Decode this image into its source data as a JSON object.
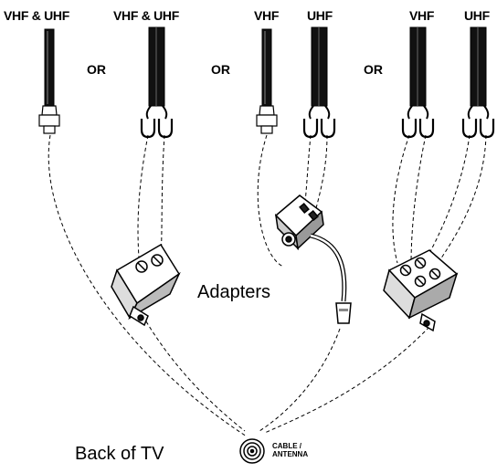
{
  "labels": {
    "top": [
      "VHF & UHF",
      "VHF & UHF",
      "VHF",
      "UHF",
      "VHF",
      "UHF"
    ],
    "or": [
      "OR",
      "OR",
      "OR"
    ],
    "adapters": "Adapters",
    "back_of_tv": "Back of TV",
    "cable_antenna_line1": "CABLE /",
    "cable_antenna_line2": "ANTENNA"
  }
}
